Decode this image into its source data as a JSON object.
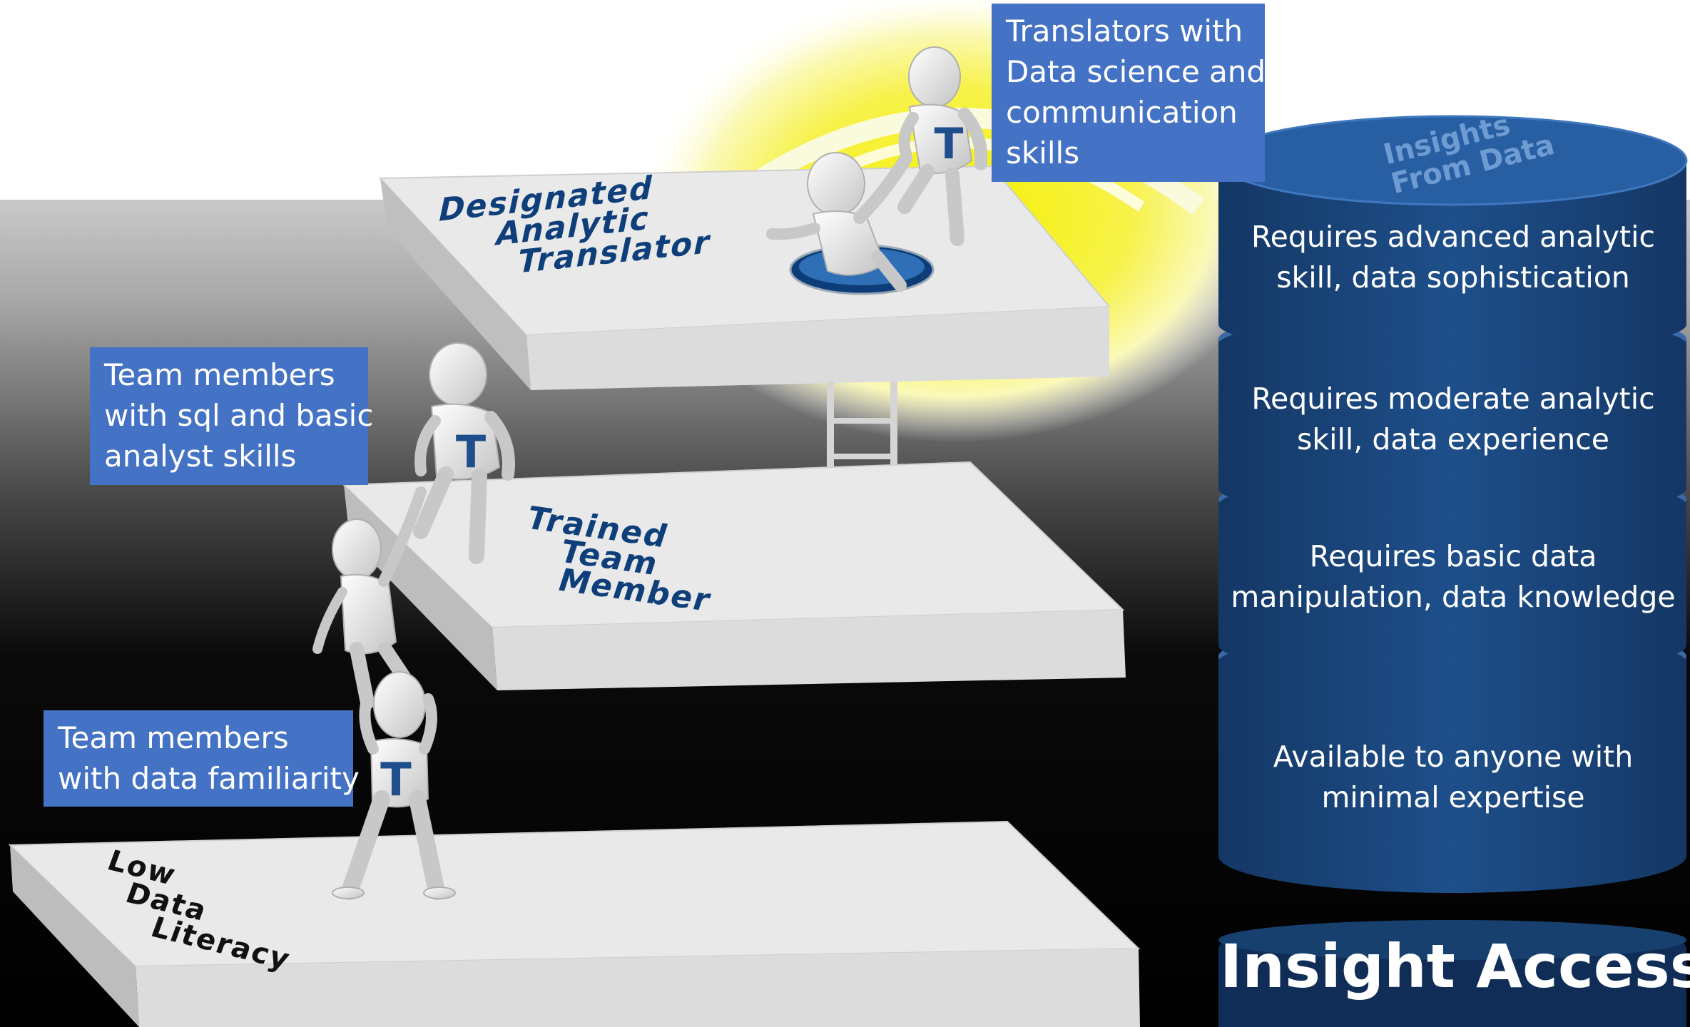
{
  "platforms": {
    "top": {
      "lines": [
        "Designated",
        "Analytic",
        "Translator"
      ],
      "color": "#0f3f7a"
    },
    "middle": {
      "lines": [
        "Trained",
        "Team",
        "Member"
      ],
      "color": "#0f3f7a"
    },
    "bottom": {
      "lines": [
        "Low",
        "Data",
        "Literacy"
      ],
      "color": "#111111"
    }
  },
  "callouts": {
    "translators": {
      "lines": [
        "Translators with",
        "Data science and",
        "communication",
        "skills"
      ]
    },
    "sql_analysts": {
      "lines": [
        "Team members",
        "with sql and basic",
        "analyst skills"
      ]
    },
    "data_familiarity": {
      "lines": [
        "Team members",
        "with data familiarity"
      ]
    }
  },
  "figure_badges": {
    "letter": "T"
  },
  "database": {
    "cap_lines": [
      "Insights",
      "From Data"
    ],
    "tiers": [
      {
        "lines": [
          "Requires advanced analytic",
          "skill, data sophistication"
        ]
      },
      {
        "lines": [
          "Requires moderate analytic",
          "skill, data experience"
        ]
      },
      {
        "lines": [
          "Requires basic data",
          "manipulation, data knowledge"
        ]
      },
      {
        "lines": [
          "Available to anyone with",
          "minimal expertise"
        ]
      }
    ],
    "footer": "Insight Access"
  },
  "colors": {
    "callout_blue": "#4472c4",
    "db_navy": "#1a4479",
    "db_cap": "#285fa3",
    "platform_top": "#e9e9e9",
    "platform_side": "#d7d7d7",
    "glow": "#f7f200",
    "badge": "#1f4e8c"
  },
  "icons": [
    "stick-figure",
    "ladder",
    "hole",
    "glow-sun",
    "database-cylinder"
  ]
}
